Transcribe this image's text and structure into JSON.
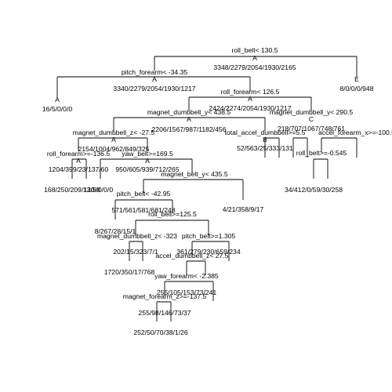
{
  "chart_data": {
    "type": "tree",
    "nodes": [
      {
        "id": "root",
        "split": "roll_belt< 130.5",
        "class": "A",
        "counts": "3348/2279/2054/1930/2165"
      },
      {
        "id": "n2",
        "parent": "root",
        "split": "pitch_forearm< -34.35",
        "class": "A",
        "counts": "3340/2279/2054/1930/1217"
      },
      {
        "id": "n3",
        "parent": "root",
        "class": "E",
        "counts": "8/0/0/0/948"
      },
      {
        "id": "n4",
        "parent": "n2",
        "class": "A",
        "counts": "16/5/0/0/0"
      },
      {
        "id": "n5",
        "parent": "n2",
        "split": "roll_forearm< 126.5",
        "class": "A",
        "counts": "2424/2274/2054/1930/1217"
      },
      {
        "id": "n10",
        "parent": "n5",
        "split": "magnet_dumbbell_y< 438.5",
        "class": "A",
        "counts": "2206/1567/987/1182/456"
      },
      {
        "id": "n11",
        "parent": "n5",
        "split": "magnet_dumbbell_y< 290.5",
        "class": "C",
        "counts": "218/707/1067/748/761"
      },
      {
        "id": "n20",
        "parent": "n10",
        "split": "magnet_dumbbell_z< -27.5",
        "class": "A",
        "counts": "2154/1004/962/849/325"
      },
      {
        "id": "n21",
        "parent": "n10",
        "split": "total_accel_dumbbell>=5.5",
        "class": "B",
        "counts": "52/563/25/333/131"
      },
      {
        "id": "n40",
        "parent": "n20",
        "split": "roll_forearm>=-136.5",
        "class": "A",
        "counts": "1204/399/23/137/60"
      },
      {
        "id": "n41",
        "parent": "n20",
        "split": "yaw_belt>=169.5",
        "class": "A",
        "counts": "950/605/939/712/265"
      }
    ],
    "labels": [
      "4/21/358/9/17",
      "168/250/209/120/8",
      "8/267/28/15/1",
      "571/561/581/681/248",
      "202/15/323/7/1",
      "361/279/230/659/234",
      "1720/350/17/768",
      "255/105/153/73/241",
      "255/98/146/73/37",
      "252/50/70/38/1/26",
      "34/412/0/59/30/258",
      "13/5/0/0/0",
      "magnet_dumbbell_z< -323",
      "pitch_belt>=1.305",
      "accel_dumbbell_z< 27.5",
      "yaw_forearm< -2.385",
      "roll_belt>=-0.545",
      "accel_forearm_x>=-100.5",
      "magnet_forearm_z>=-137.5",
      "magnet_belt_y< 435.5",
      "pitch_belt< -42.95",
      "roll_belt>=125.5"
    ]
  }
}
